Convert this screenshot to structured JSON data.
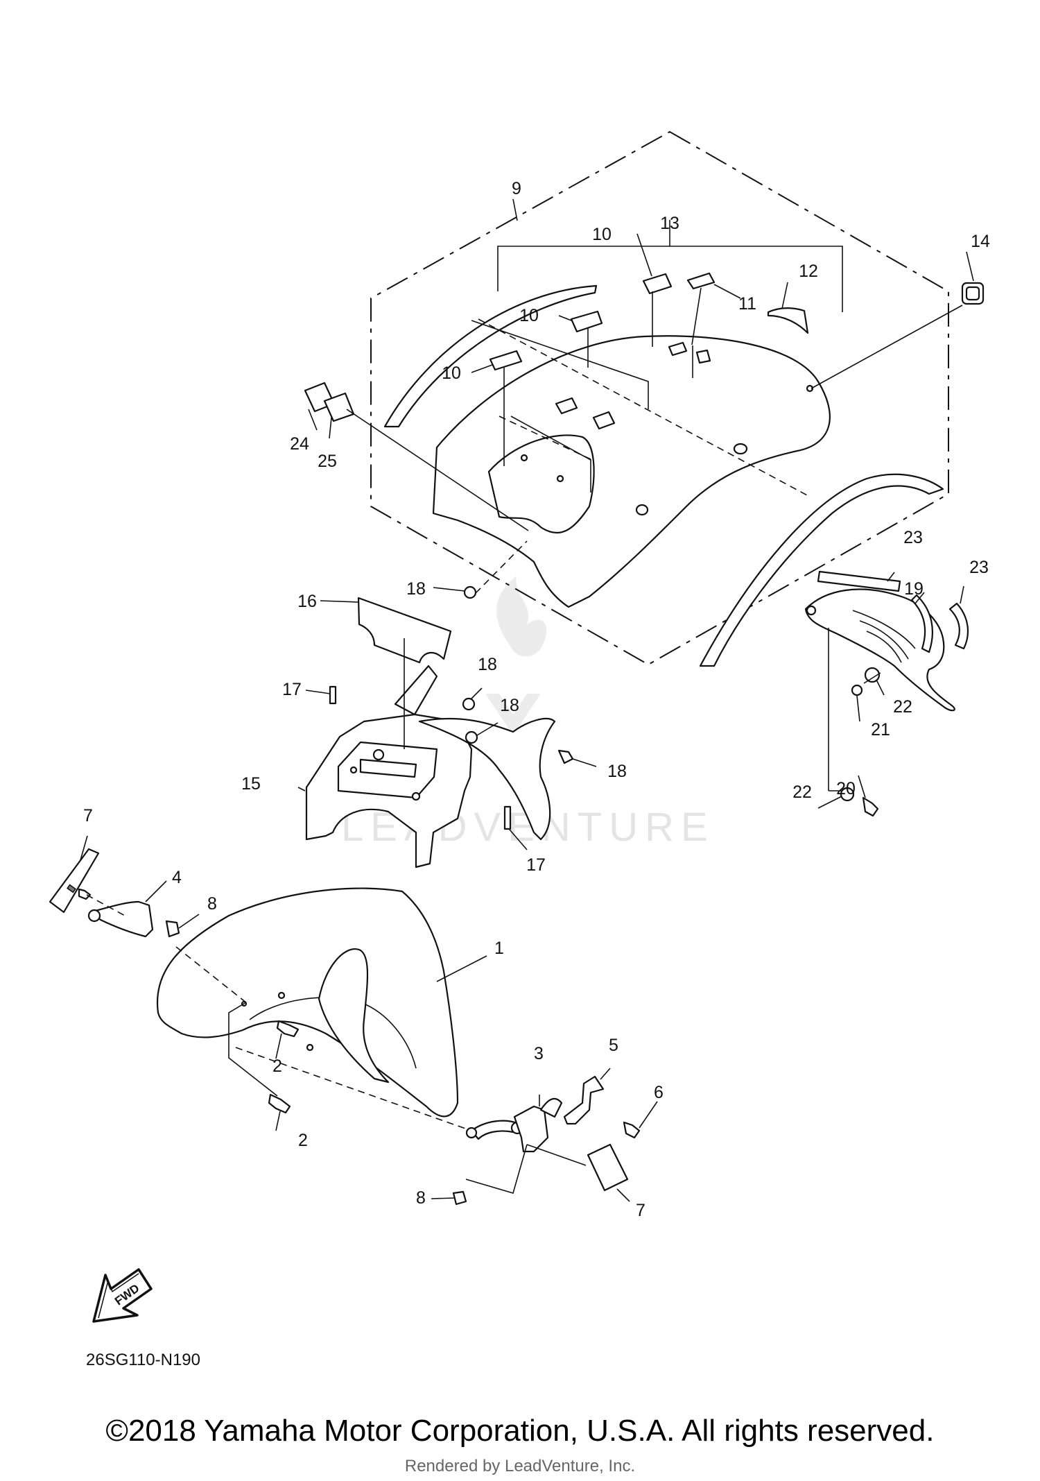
{
  "watermark": "LEADVENTURE",
  "diagram_code": "26SG110-N190",
  "fwd_label": "FWD",
  "copyright": "©2018 Yamaha Motor Corporation, U.S.A. All rights reserved.",
  "rendered_by": "Rendered by LeadVenture, Inc.",
  "callouts": [
    {
      "id": "c1",
      "text": "1"
    },
    {
      "id": "c2a",
      "text": "2"
    },
    {
      "id": "c2b",
      "text": "2"
    },
    {
      "id": "c3",
      "text": "3"
    },
    {
      "id": "c4",
      "text": "4"
    },
    {
      "id": "c5",
      "text": "5"
    },
    {
      "id": "c6",
      "text": "6"
    },
    {
      "id": "c7a",
      "text": "7"
    },
    {
      "id": "c7b",
      "text": "7"
    },
    {
      "id": "c8a",
      "text": "8"
    },
    {
      "id": "c8b",
      "text": "8"
    },
    {
      "id": "c9",
      "text": "9"
    },
    {
      "id": "c10a",
      "text": "10"
    },
    {
      "id": "c10b",
      "text": "10"
    },
    {
      "id": "c10c",
      "text": "10"
    },
    {
      "id": "c11",
      "text": "11"
    },
    {
      "id": "c12",
      "text": "12"
    },
    {
      "id": "c13",
      "text": "13"
    },
    {
      "id": "c14",
      "text": "14"
    },
    {
      "id": "c15",
      "text": "15"
    },
    {
      "id": "c16",
      "text": "16"
    },
    {
      "id": "c17a",
      "text": "17"
    },
    {
      "id": "c17b",
      "text": "17"
    },
    {
      "id": "c18a",
      "text": "18"
    },
    {
      "id": "c18b",
      "text": "18"
    },
    {
      "id": "c18c",
      "text": "18"
    },
    {
      "id": "c18d",
      "text": "18"
    },
    {
      "id": "c19",
      "text": "19"
    },
    {
      "id": "c20",
      "text": "20"
    },
    {
      "id": "c21",
      "text": "21"
    },
    {
      "id": "c22a",
      "text": "22"
    },
    {
      "id": "c22b",
      "text": "22"
    },
    {
      "id": "c23a",
      "text": "23"
    },
    {
      "id": "c23b",
      "text": "23"
    },
    {
      "id": "c24",
      "text": "24"
    },
    {
      "id": "c25",
      "text": "25"
    }
  ]
}
